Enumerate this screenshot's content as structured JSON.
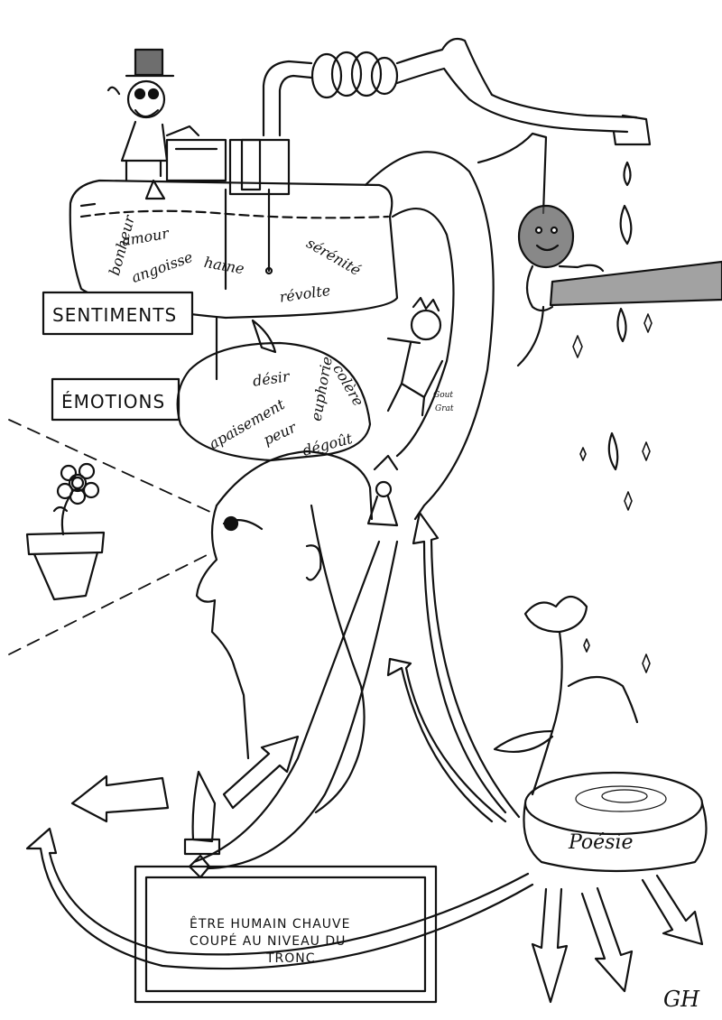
{
  "signs": {
    "sentiments": "SENTIMENTS",
    "emotions": "ÉMOTIONS"
  },
  "feelings_words": [
    "bonheur",
    "amour",
    "angoisse",
    "haine",
    "sérénité",
    "révolte"
  ],
  "emotions_words": [
    "désir",
    "euphorie",
    "colère",
    "apaisement",
    "peur",
    "dégoût"
  ],
  "gout_labels": [
    "Gout",
    "Grat"
  ],
  "caption": {
    "line1": "ÊTRE HUMAIN CHAUVE",
    "line2": "COUPÉ AU NIVEAU DU",
    "line3": "TRONC"
  },
  "poesie": "Poésie",
  "signature": "GH",
  "colors": {
    "ink": "#111111",
    "paper": "#ffffff",
    "shade": "#555555"
  }
}
